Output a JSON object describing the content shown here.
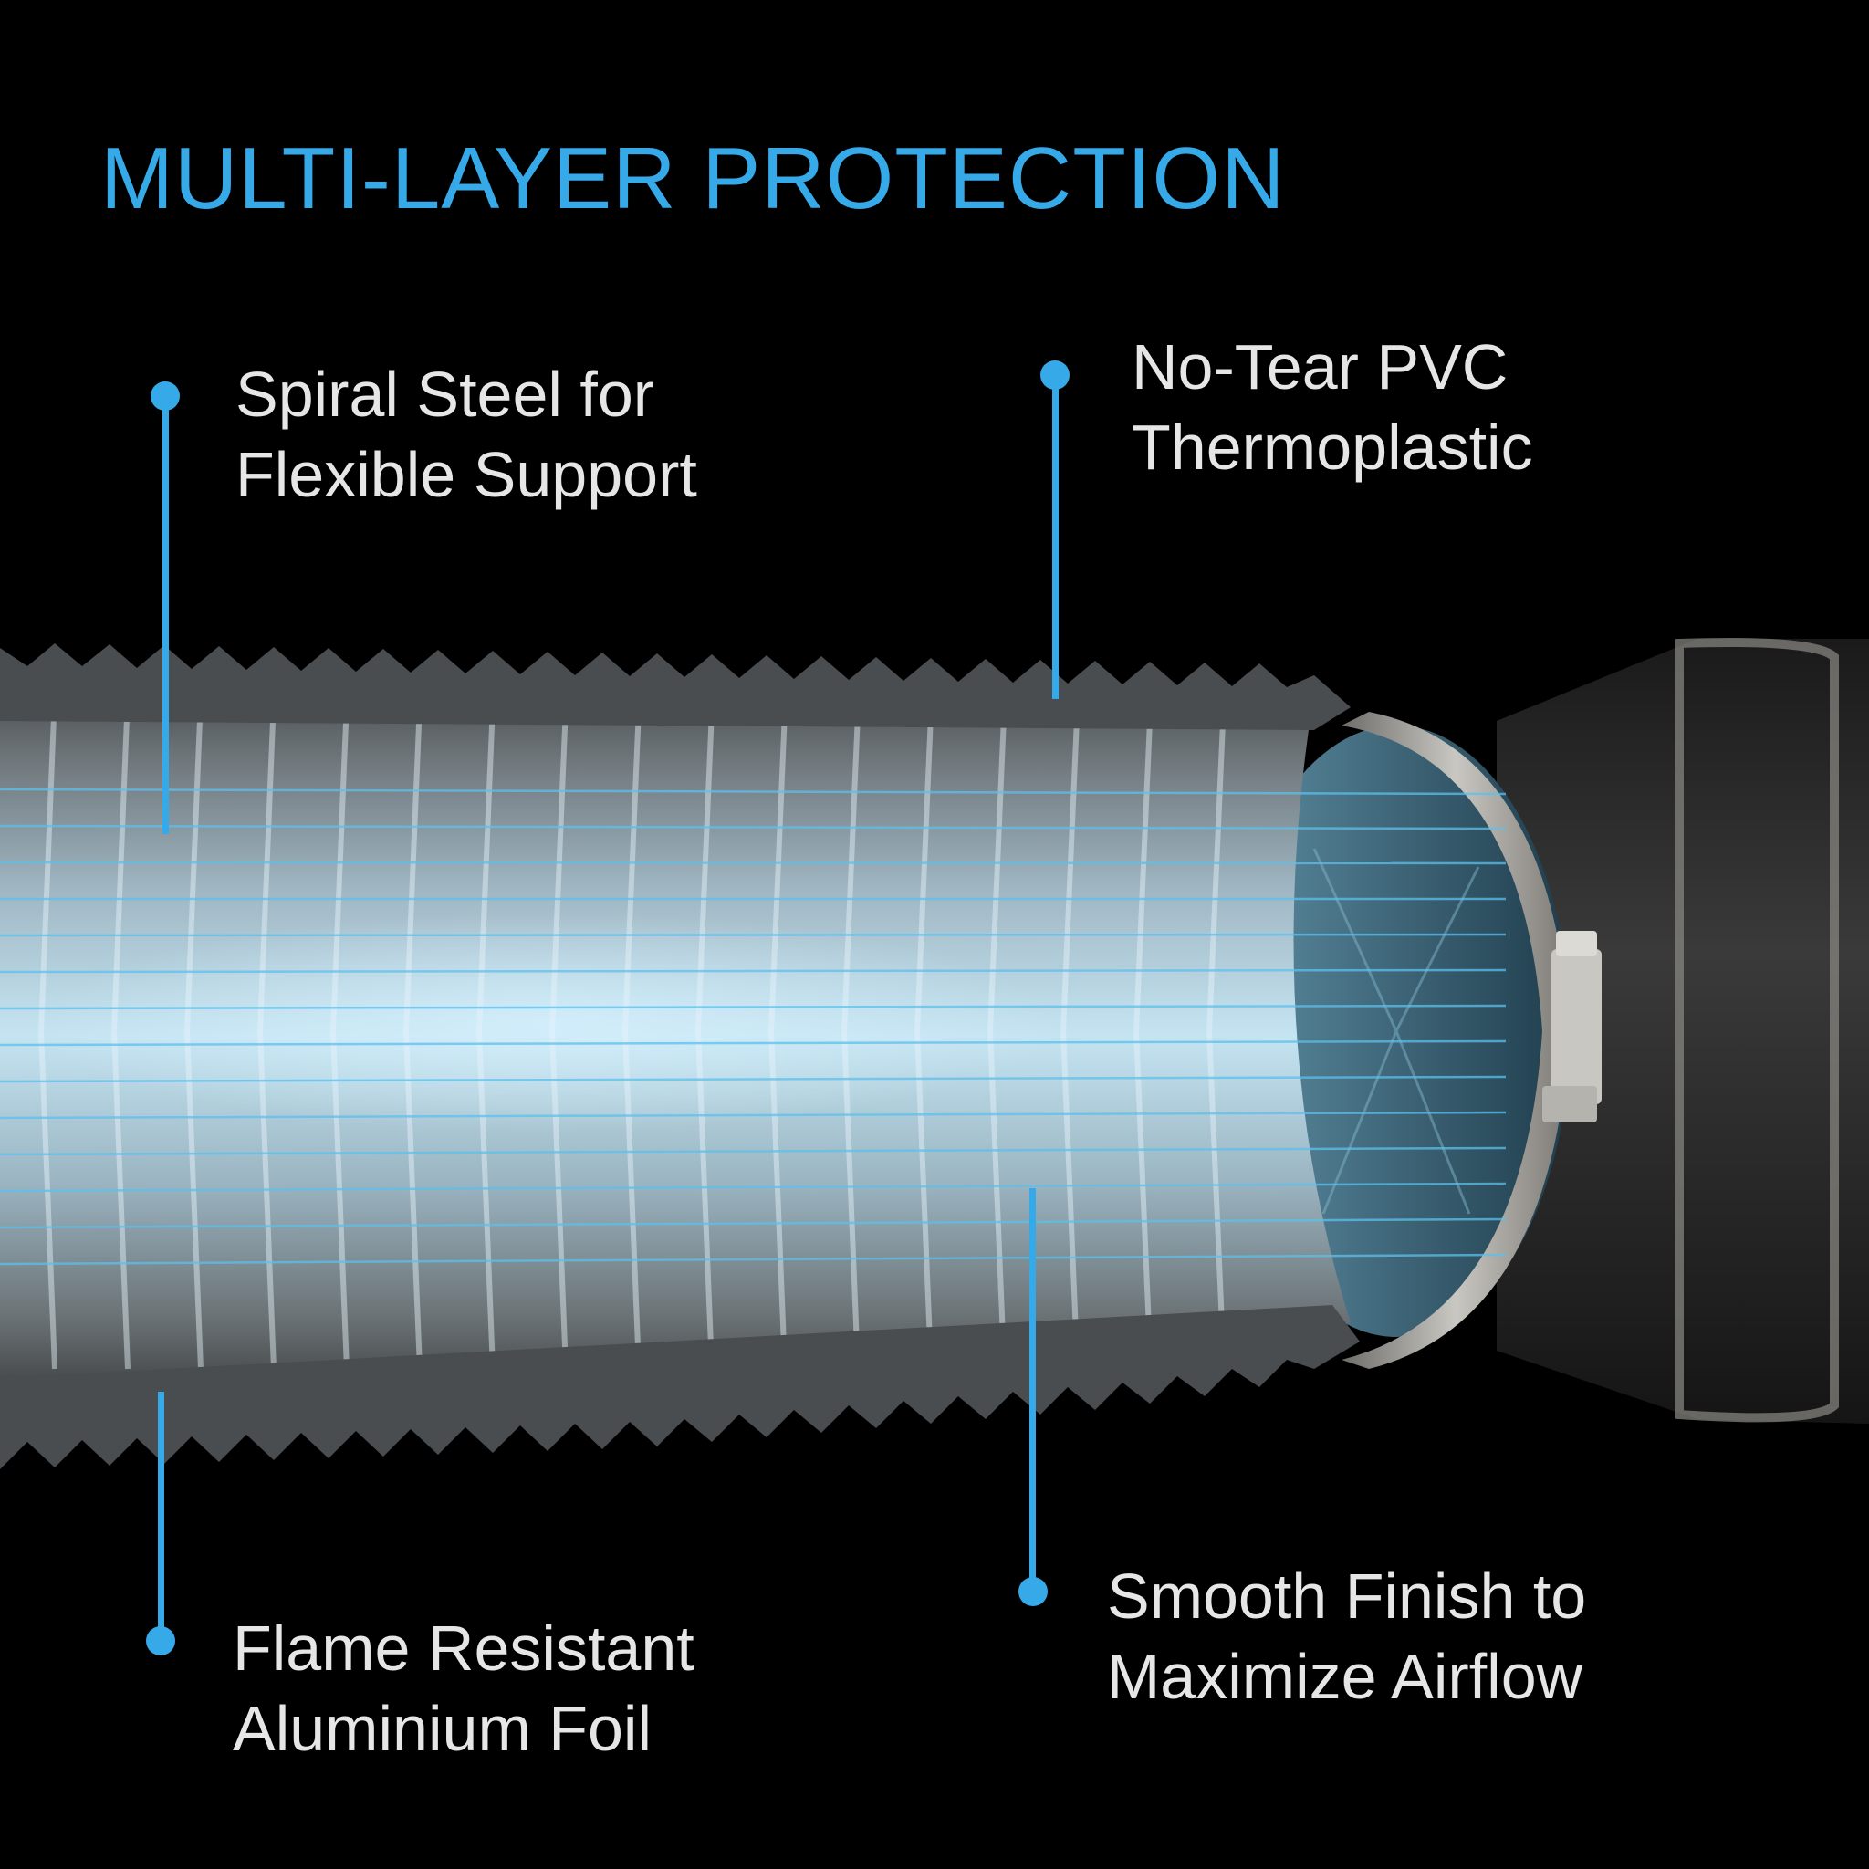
{
  "title": "MULTI-LAYER PROTECTION",
  "accent_color": "#36a9e8",
  "text_color": "#e6e6e6",
  "background_color": "#000000",
  "callouts": [
    {
      "id": "spiral-steel",
      "line1": "Spiral Steel for",
      "line2": "Flexible Support"
    },
    {
      "id": "pvc",
      "line1": "No-Tear PVC",
      "line2": "Thermoplastic"
    },
    {
      "id": "foil",
      "line1": "Flame Resistant",
      "line2": "Aluminium Foil"
    },
    {
      "id": "smooth",
      "line1": "Smooth Finish to",
      "line2": "Maximize Airflow"
    }
  ],
  "illustration": {
    "subject": "flexible-duct-attached-to-inline-fan",
    "duct_color": "#8a9aa4",
    "airflow_tint": "#9fd3ea",
    "clamp_color": "#b8b6b0",
    "fan_housing_color": "#2a2a2a"
  }
}
